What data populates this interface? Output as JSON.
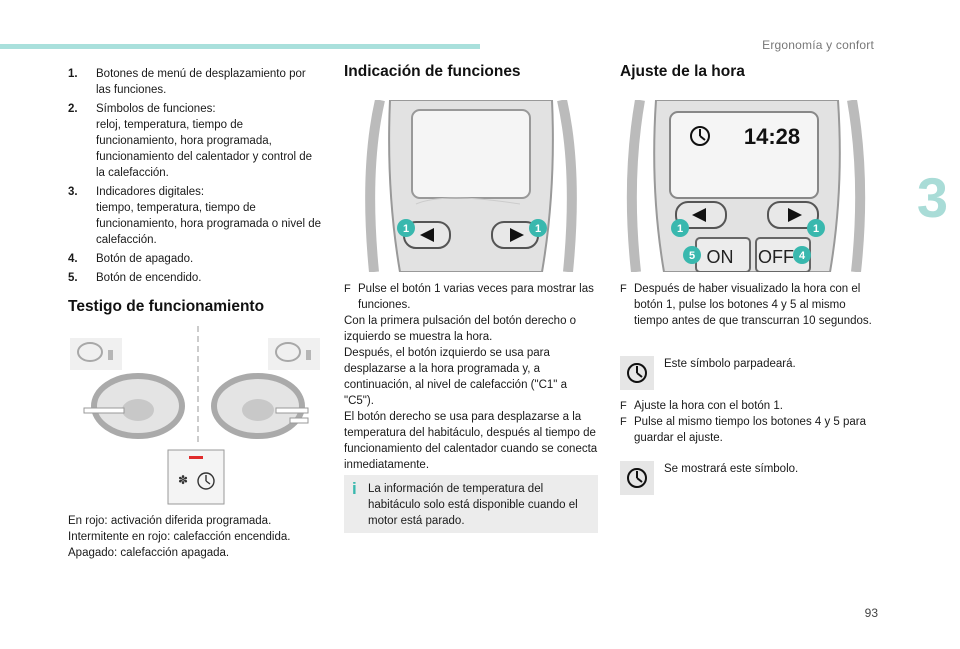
{
  "header": {
    "title": "Ergonomía y confort",
    "chapter": "3",
    "page": "93"
  },
  "col1": {
    "items": [
      {
        "n": "1.",
        "text": "Botones de menú de desplazamiento por las funciones."
      },
      {
        "n": "2.",
        "text": "Símbolos de funciones:",
        "sub": "reloj, temperatura, tiempo de funcionamiento, hora programada, funcionamiento del calentador y control de la calefacción."
      },
      {
        "n": "3.",
        "text": "Indicadores digitales:",
        "sub": "tiempo, temperatura, tiempo de funcionamiento, hora programada o nivel de calefacción."
      },
      {
        "n": "4.",
        "text": "Botón de apagado."
      },
      {
        "n": "5.",
        "text": "Botón de encendido."
      }
    ],
    "section_title": "Testigo de funcionamiento",
    "caption": [
      "En rojo: activación diferida programada.",
      "Intermitente en rojo: calefacción encendida.",
      "Apagado: calefacción apagada."
    ]
  },
  "col2": {
    "title": "Indicación de funciones",
    "bullet": "Pulse el botón 1 varias veces para mostrar las funciones.",
    "para1": "Con la primera pulsación del botón derecho o izquierdo se muestra la hora.",
    "para2": "Después, el botón izquierdo se usa para desplazarse a la hora programada y, a continuación, al nivel de calefacción (\"C1\" a \"C5\").",
    "para3": "El botón derecho se usa para desplazarse a la temperatura del habitáculo, después al tiempo de funcionamiento del calentador cuando se conecta inmediatamente.",
    "info": "La información de temperatura del habitáculo solo está disponible cuando el motor está parado.",
    "callout": "1"
  },
  "col3": {
    "title": "Ajuste de la hora",
    "display_time": "14:28",
    "btn_on": "ON",
    "btn_off": "OFF",
    "callouts": {
      "left": "1",
      "right": "1",
      "on": "5",
      "off": "4"
    },
    "bullet1": "Después de haber visualizado la hora con el botón 1, pulse los botones 4 y 5 al mismo tiempo antes de que transcurran 10 segundos.",
    "symbol1_text": "Este símbolo parpadeará.",
    "bullet2": "Ajuste la hora con el botón 1.",
    "bullet3": "Pulse al mismo tiempo los botones 4 y 5 para guardar el ajuste.",
    "symbol2_text": "Se mostrará este símbolo."
  },
  "icons": {
    "bullet_marker": "F",
    "info_marker": "i"
  },
  "colors": {
    "accent": "#39b8ae",
    "tab": "#a9e0dc",
    "red": "#e02b2b"
  }
}
